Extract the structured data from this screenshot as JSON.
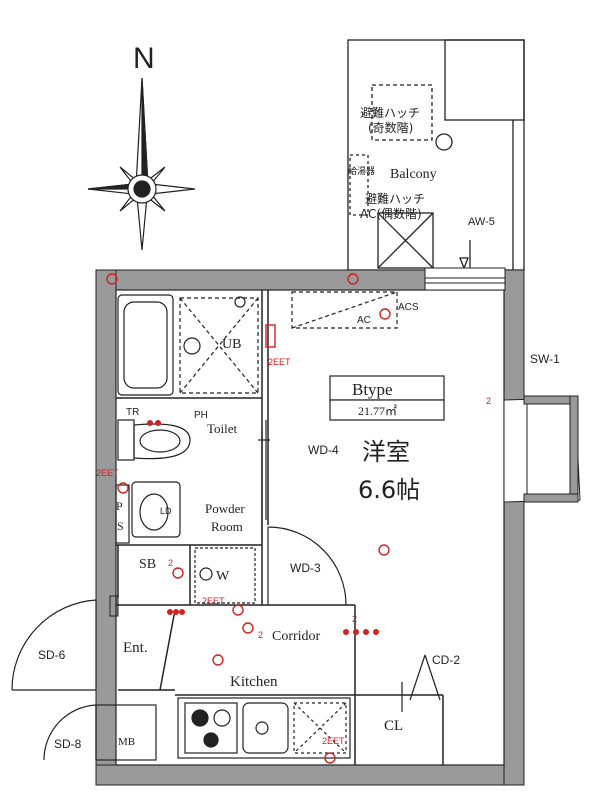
{
  "compass": {
    "north": "N"
  },
  "plan": {
    "type_label": "Btype",
    "area": "21.77㎡",
    "main_room_jp": "洋室",
    "main_room_size": "6.6帖"
  },
  "rooms": {
    "balcony": "Balcony",
    "hatch_top": "避難ハッチ\n(奇数階)",
    "hatch_bottom": "避難ハッチ\n(偶数階)",
    "water_heater": "給湯器",
    "ac_balcony": "AC",
    "ub": "UB",
    "toilet": "Toilet",
    "powder_room_1": "Powder",
    "powder_room_2": "Room",
    "sb": "SB",
    "w": "W",
    "entrance": "Ent.",
    "corridor": "Corridor",
    "kitchen": "Kitchen",
    "cl": "CL",
    "mb": "MB",
    "ps_p": "P",
    "ps_s": "S",
    "ld": "LD",
    "tr": "TR",
    "ph": "PH",
    "ac": "AC",
    "acs": "ACS"
  },
  "codes": {
    "aw5": "AW-5",
    "sw1": "SW-1",
    "wd4": "WD-4",
    "wd3": "WD-3",
    "cd2": "CD-2",
    "sd6": "SD-6",
    "sd8": "SD-8"
  },
  "outlets": {
    "two_e_et": "2EET",
    "two": "2"
  }
}
